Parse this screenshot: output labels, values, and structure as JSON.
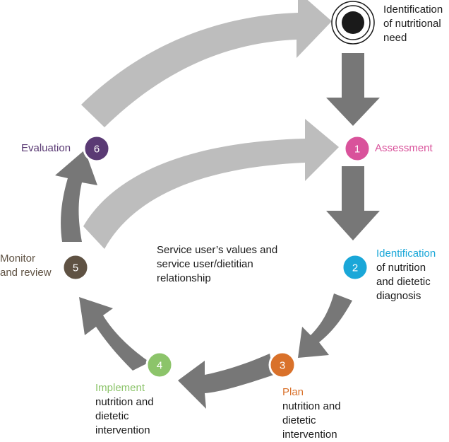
{
  "colors": {
    "arrow_dark": "#777777",
    "arrow_light": "#bdbdbd",
    "step1": "#d9529b",
    "step2": "#1aa7d8",
    "step3": "#d9712a",
    "step4": "#8cc46a",
    "step5": "#5f5243",
    "step6": "#5a3a74",
    "text": "#1a1a1a"
  },
  "start": {
    "icon": "target-icon",
    "label_lines": [
      "Identification",
      "of nutritional",
      "need"
    ]
  },
  "steps": [
    {
      "number": "1",
      "title": "Assessment",
      "desc_lines": []
    },
    {
      "number": "2",
      "title": "Identification",
      "desc_lines": [
        "of nutrition",
        "and dietetic",
        "diagnosis"
      ]
    },
    {
      "number": "3",
      "title": "Plan",
      "desc_lines": [
        "nutrition and",
        "dietetic",
        "intervention"
      ]
    },
    {
      "number": "4",
      "title": "Implement",
      "desc_lines": [
        "nutrition and",
        "dietetic",
        "intervention"
      ]
    },
    {
      "number": "5",
      "title_lines": [
        "Monitor",
        "and review"
      ],
      "desc_lines": []
    },
    {
      "number": "6",
      "title": "Evaluation",
      "desc_lines": []
    }
  ],
  "center_lines": [
    "Service user’s values and",
    "service user/dietitian",
    "relationship"
  ]
}
